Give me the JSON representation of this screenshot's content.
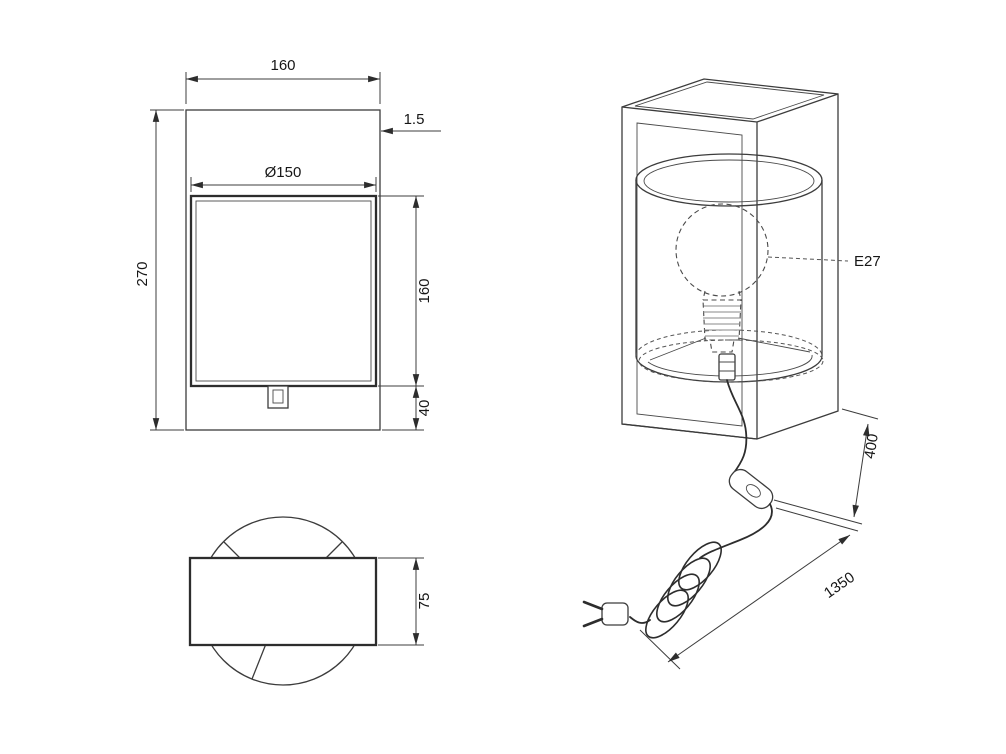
{
  "drawing": {
    "type": "technical-dimension-drawing",
    "subject": "table-lamp",
    "front_view": {
      "width": "160",
      "wall_thickness": "1.5",
      "shade_diameter": "Ø150",
      "total_height": "270",
      "shade_height": "160",
      "base_height": "40"
    },
    "top_view": {
      "depth": "75"
    },
    "iso_view": {
      "socket_type": "E27",
      "cable_drop": "400",
      "cable_length": "1350"
    },
    "colors": {
      "line": "#3c3c3c",
      "bold_line": "#2d2d2d",
      "text": "#161616",
      "background": "#ffffff"
    }
  }
}
